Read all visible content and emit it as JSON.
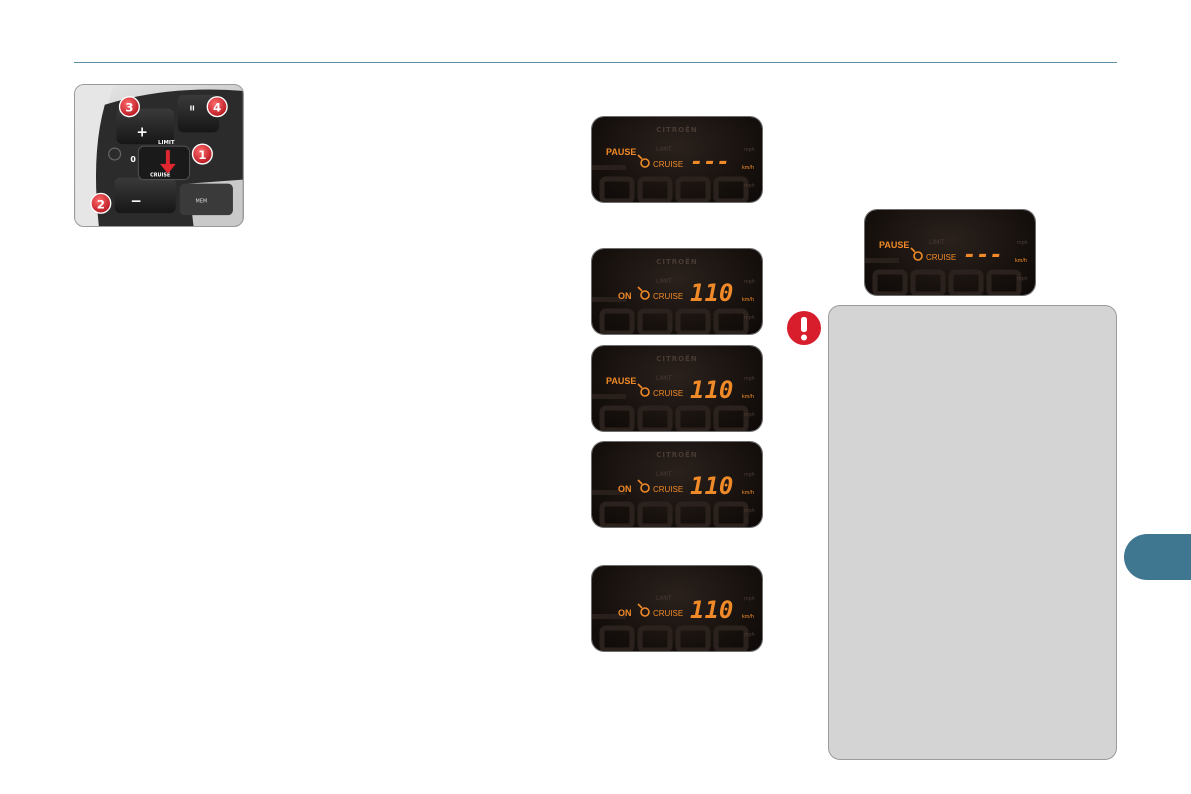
{
  "page": {
    "accent_color": "#5d8fa3",
    "tab_color": "#3f7690",
    "warning_color": "#d81e2c"
  },
  "controls_photo": {
    "callouts": [
      "3",
      "4",
      "1",
      "2"
    ],
    "plus_label": "+",
    "minus_label": "−",
    "pause_symbol": "II",
    "limit_label": "LIMIT",
    "cruise_label": "CRUISE",
    "zero_label": "0",
    "mem_label": "MEM"
  },
  "displays": [
    {
      "brand": "CITROËN",
      "state": "PAUSE",
      "limit": "LIMIT",
      "mode": "CRUISE",
      "speed": "---",
      "unit": "km/h",
      "unit_alt": "mph"
    },
    {
      "brand": "CITROËN",
      "state": "ON",
      "limit": "LIMIT",
      "mode": "CRUISE",
      "speed": "110",
      "unit": "km/h",
      "unit_alt": "mph"
    },
    {
      "brand": "CITROËN",
      "state": "PAUSE",
      "limit": "LIMIT",
      "mode": "CRUISE",
      "speed": "110",
      "unit": "km/h",
      "unit_alt": "mph"
    },
    {
      "brand": "CITROËN",
      "state": "ON",
      "limit": "LIMIT",
      "mode": "CRUISE",
      "speed": "110",
      "unit": "km/h",
      "unit_alt": "mph"
    },
    {
      "brand": "",
      "state": "ON",
      "limit": "LIMIT",
      "mode": "CRUISE",
      "speed": "110",
      "unit": "km/h",
      "unit_alt": "mph"
    },
    {
      "brand": "",
      "state": "PAUSE",
      "limit": "LIMIT",
      "mode": "CRUISE",
      "speed": "---",
      "unit": "km/h",
      "unit_alt": "mph"
    }
  ],
  "warning": {
    "icon": "exclamation-icon"
  }
}
